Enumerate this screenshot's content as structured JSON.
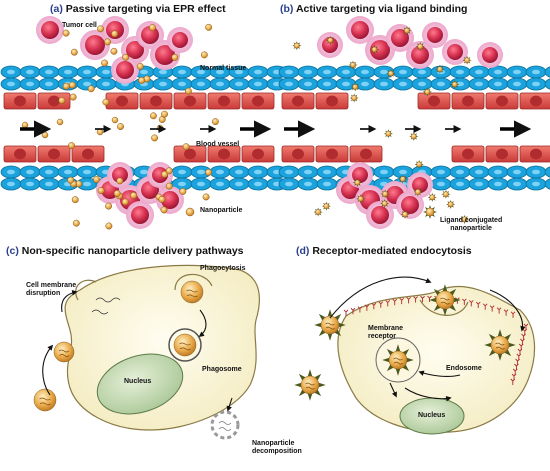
{
  "panels": {
    "a": {
      "tag": "(a)",
      "title": "Passive targeting via EPR effect",
      "labels": {
        "tumor_cell": "Tumor cell",
        "normal_tissue": "Normal tissue",
        "blood_vessel": "Blood vessel",
        "nanoparticle": "Nanoparticle"
      }
    },
    "b": {
      "tag": "(b)",
      "title": "Active targeting via ligand binding",
      "labels": {
        "ligand_line1": "Ligand conjugated",
        "ligand_line2": "nanoparticle"
      }
    },
    "c": {
      "tag": "(c)",
      "title": "Non-specific nanoparticle delivery pathways",
      "labels": {
        "phagocytosis": "Phagocytosis",
        "membrane_line1": "Cell membrane",
        "membrane_line2": "disruption",
        "nucleus": "Nucleus",
        "phagosome": "Phagosome",
        "decomp_line1": "Nanoparticle",
        "decomp_line2": "decomposition"
      }
    },
    "d": {
      "tag": "(d)",
      "title": "Receptor-mediated endocytosis",
      "labels": {
        "membrane_line1": "Membrane",
        "membrane_line2": "receptor",
        "endosome": "Endosome",
        "nucleus": "Nucleus"
      }
    }
  },
  "colors": {
    "title_tag": "#2a3f8f",
    "tumor": "#d5304f",
    "tumor_halo": "#f4b7d2",
    "normal_tissue": "#1aa3dd",
    "vessel_wall": "#e4534e",
    "nanoparticle": "#e8a847",
    "ligand_spike": "#4a5a1e",
    "cell_body": "#fbf5dc",
    "nucleus": "#c7dcb6",
    "receptor": "#b0282e"
  }
}
